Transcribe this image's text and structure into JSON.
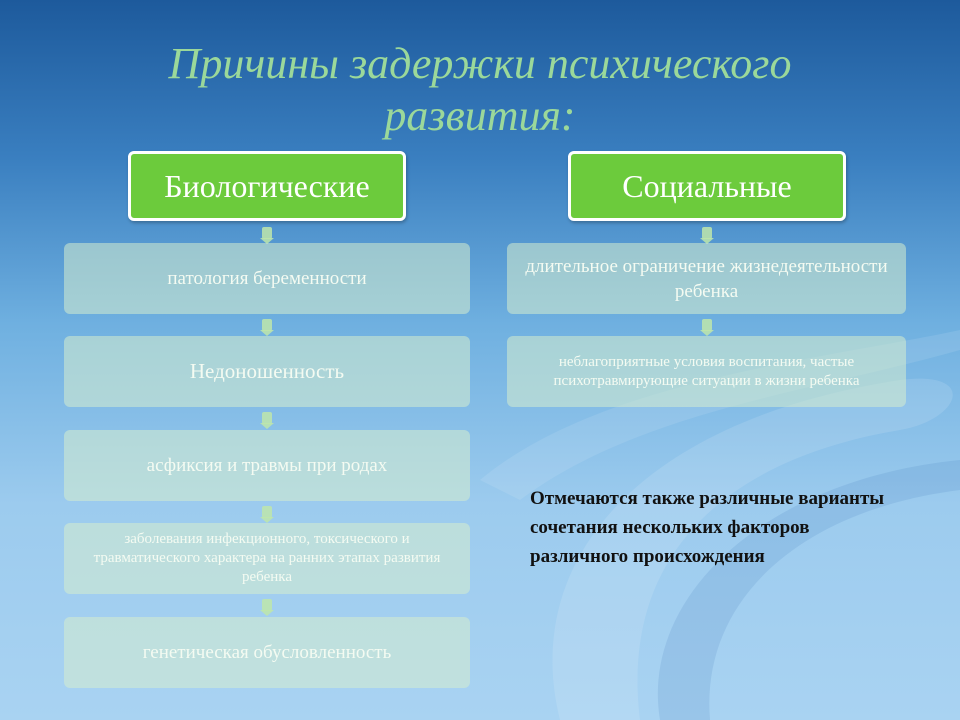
{
  "title": "Причины задержки психического развития:",
  "columns": {
    "biological": {
      "header": "Биологические",
      "items": [
        "патология беременности",
        "Недоношенность",
        "асфиксия и травмы при родах",
        "заболевания инфекционного, токсического и травматического характера на ранних этапах развития ребенка",
        "генетическая обусловленность"
      ]
    },
    "social": {
      "header": "Социальные",
      "items": [
        "длительное ограничение жизнедеятельности ребенка",
        "неблагоприятные условия воспитания, частые психотравмирующие ситуации в жизни ребенка"
      ]
    }
  },
  "note": "Отмечаются также различные варианты сочетания нескольких факторов различного происхождения",
  "colors": {
    "header_fill": "#6ccb3c",
    "title_text": "#9bd89a",
    "item_fill": "#d6eccd"
  }
}
